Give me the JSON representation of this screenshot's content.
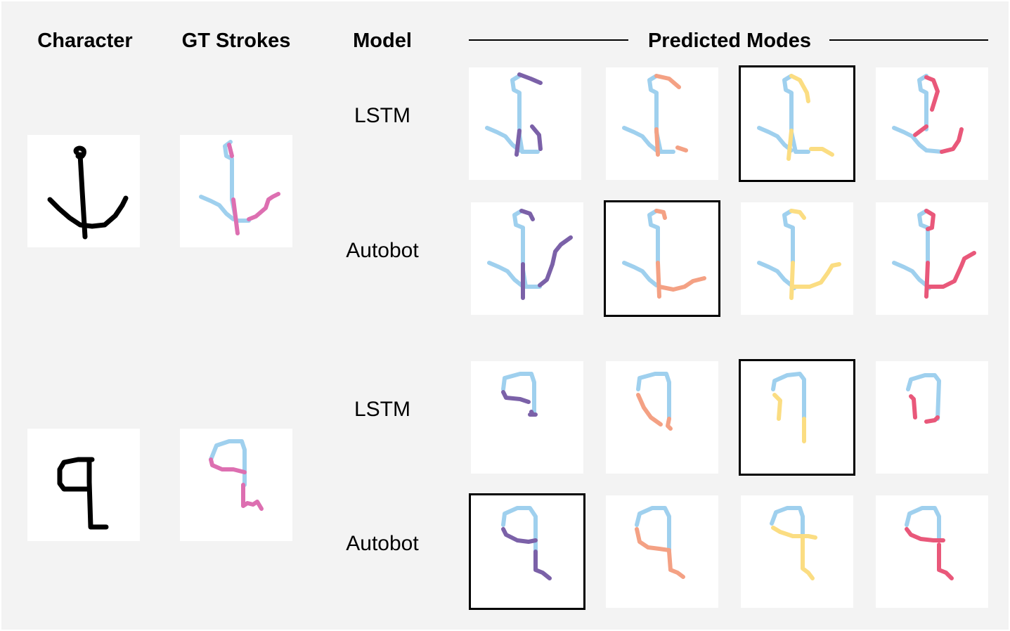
{
  "headers": {
    "character": "Character",
    "gt_strokes": "GT Strokes",
    "model": "Model",
    "predicted_modes": "Predicted Modes"
  },
  "colors": {
    "base": "#9fd0ee",
    "gt": "#dd6fb1",
    "lstm": [
      "#7b61a8",
      "#f4a184",
      "#fbdd82",
      "#e9587a"
    ],
    "autobot": [
      "#7b61a8",
      "#f4a184",
      "#fbdd82",
      "#e9587a"
    ]
  },
  "examples": [
    {
      "id": "anchor",
      "rows": [
        {
          "model": "LSTM",
          "selected_mode": 2
        },
        {
          "model": "Autobot",
          "selected_mode": 1
        }
      ]
    },
    {
      "id": "nine",
      "rows": [
        {
          "model": "LSTM",
          "selected_mode": 2
        },
        {
          "model": "Autobot",
          "selected_mode": 0
        }
      ]
    }
  ]
}
